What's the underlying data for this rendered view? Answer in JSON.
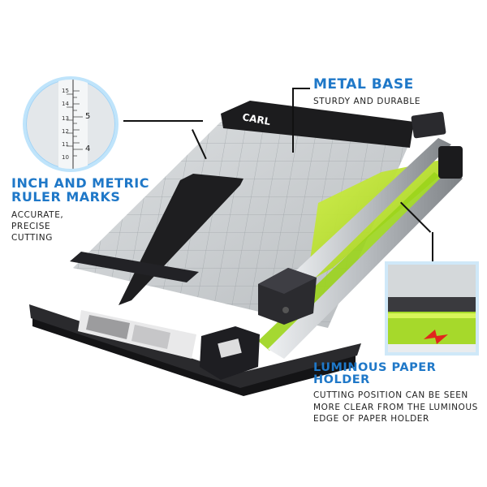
{
  "colors": {
    "accent_blue": "#1f78c8",
    "lime": "#b6e31f",
    "body_black": "#1c1c1e",
    "metal": "#c8ccd0",
    "grid_board": "#cfd2d4"
  },
  "brand": {
    "logo": "CARL"
  },
  "callouts": {
    "metal_base": {
      "title": "METAL BASE",
      "sub": "STURDY AND DURABLE"
    },
    "ruler": {
      "title_1": "INCH AND METRIC",
      "title_2": "RULER MARKS",
      "sub_1": "ACCURATE,",
      "sub_2": "PRECISE",
      "sub_3": "CUTTING"
    },
    "holder": {
      "title": "LUMINOUS PAPER HOLDER",
      "sub_1": "CUTTING POSITION CAN BE SEEN",
      "sub_2": "MORE CLEAR FROM THE LUMINOUS",
      "sub_3": "EDGE OF PAPER HOLDER"
    }
  },
  "ruler_numbers": [
    "15",
    "14",
    "5",
    "13",
    "12",
    "11",
    "10",
    "4"
  ]
}
